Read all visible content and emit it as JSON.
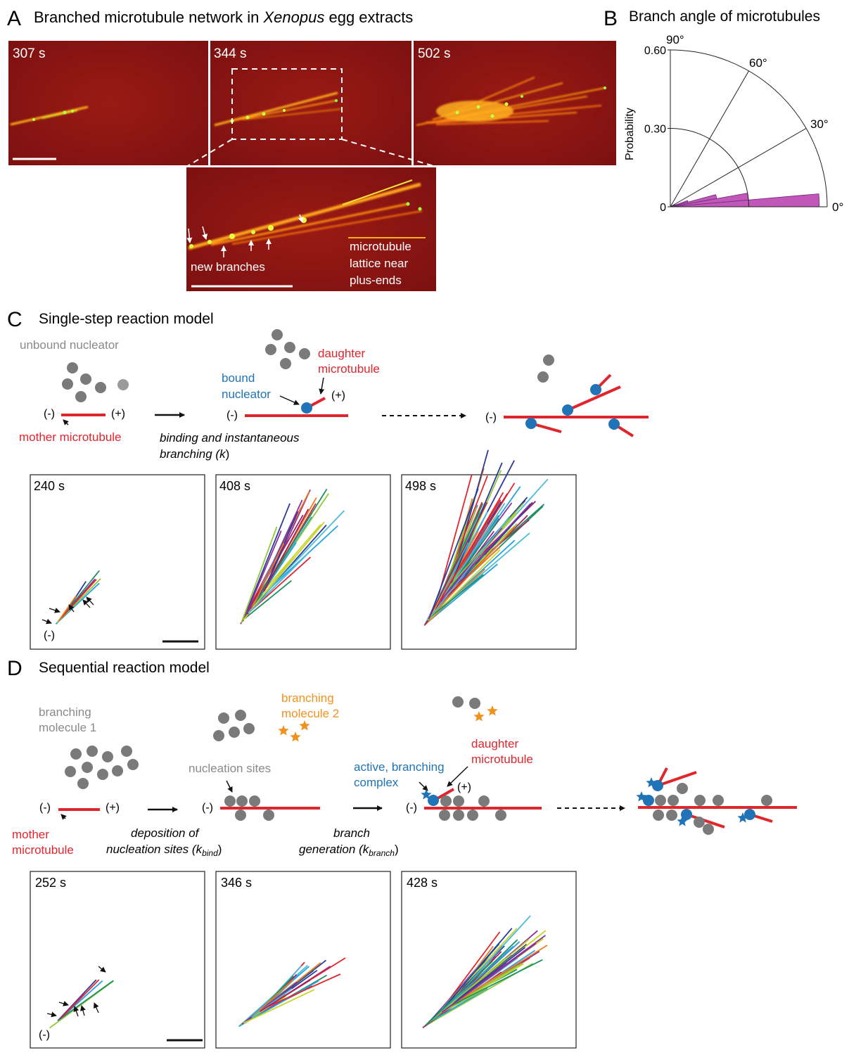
{
  "panels": {
    "A": {
      "letter": "A",
      "title_pre": "Branched microtubule network in ",
      "title_italic": "Xenopus",
      "title_post": " egg extracts",
      "frames": [
        "307 s",
        "344 s",
        "502 s"
      ],
      "inset_labels": {
        "new_branches": "new branches",
        "lattice_1": "microtubule",
        "lattice_2": "lattice near",
        "lattice_3": "plus-ends"
      }
    },
    "B": {
      "letter": "B",
      "title": "Branch angle of microtubules",
      "ylabel": "Probability",
      "radial_ticks": [
        "0.60",
        "0.30",
        "0"
      ],
      "angle_ticks": [
        "90°",
        "60°",
        "30°",
        "0°"
      ]
    },
    "C": {
      "letter": "C",
      "title": "Single-step reaction model",
      "labels": {
        "unbound": "unbound nucleator",
        "mother": "mother microtubule",
        "bound_1": "bound",
        "bound_2": "nucleator",
        "daughter_1": "daughter",
        "daughter_2": "microtubule",
        "binding_1": "binding and instantaneous",
        "binding_2a": "branching (",
        "binding_k": "k",
        "binding_2b": ")",
        "minus": "(-)",
        "plus": "(+)"
      },
      "frames": [
        "240 s",
        "408 s",
        "498 s"
      ]
    },
    "D": {
      "letter": "D",
      "title": "Sequential reaction model",
      "labels": {
        "mol1_1": "branching",
        "mol1_2": "molecule 1",
        "mol2_1": "branching",
        "mol2_2": "molecule 2",
        "sites": "nucleation sites",
        "mother_1": "mother",
        "mother_2": "microtubule",
        "deposit_1": "deposition of",
        "deposit_2a": "nucleation sites (k",
        "deposit_sub": "bind",
        "deposit_2b": ")",
        "branch_1": "branch",
        "branch_2a": "generation (k",
        "branch_sub": "branch",
        "branch_2b": ")",
        "active_1": "active, branching",
        "active_2": "complex",
        "daughter_1": "daughter",
        "daughter_2": "microtubule",
        "minus": "(-)",
        "plus": "(+)"
      },
      "frames": [
        "252 s",
        "346 s",
        "428 s"
      ]
    }
  },
  "chart_data": {
    "type": "bar",
    "projection": "polar-quarter",
    "title": "Branch angle of microtubules",
    "ylabel": "Probability",
    "rlim": [
      0,
      0.6
    ],
    "angle_range_deg": [
      0,
      90
    ],
    "angle_ticks": [
      0,
      30,
      60,
      90
    ],
    "radial_ticks": [
      0,
      0.3,
      0.6
    ],
    "bins": [
      {
        "angle_start": 0,
        "angle_end": 5,
        "value": 0.57
      },
      {
        "angle_start": 5,
        "angle_end": 10,
        "value": 0.3
      },
      {
        "angle_start": 10,
        "angle_end": 15,
        "value": 0.18
      },
      {
        "angle_start": 15,
        "angle_end": 20,
        "value": 0.07
      },
      {
        "angle_start": 20,
        "angle_end": 25,
        "value": 0.02
      }
    ]
  },
  "colors": {
    "microtubule": "#e0262d",
    "bound": "#1f73b6",
    "unbound": "#8a8a8a",
    "molecule2": "#f0921d",
    "histogram": "#c157b8",
    "micrograph": "#8d1313"
  },
  "simulation_palette": [
    "#2b3a9a",
    "#27a2e0",
    "#8fc93a",
    "#1f8f63",
    "#8e2f9c",
    "#e0262d",
    "#f07a1f",
    "#c8d42a",
    "#4bbcd7",
    "#a3215d"
  ]
}
